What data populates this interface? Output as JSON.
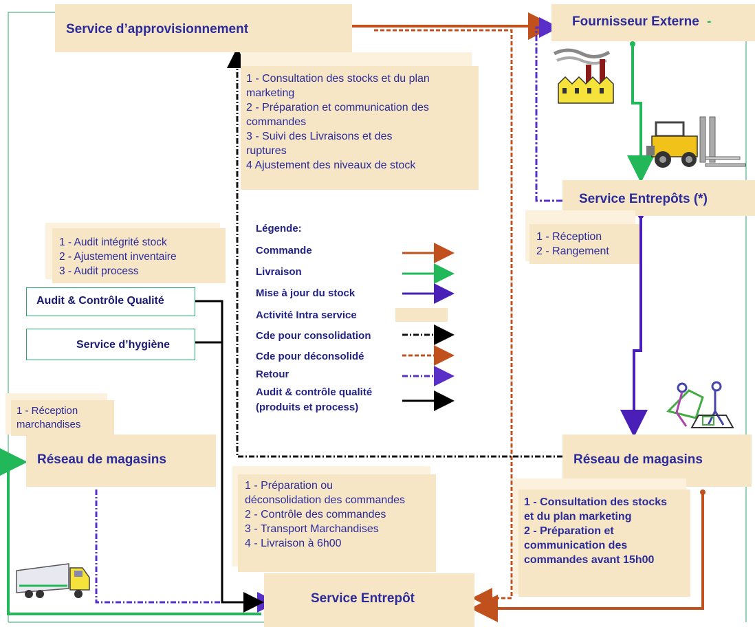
{
  "colors": {
    "commande": "#c0501c",
    "livraison": "#22b85a",
    "maj_stock": "#4a1fb8",
    "consolidation": "#111111",
    "deconsolide": "#c0501c",
    "retour": "#5a2fc8",
    "audit": "#000000",
    "box_fill": "#f7e6c6",
    "text": "#2b2b9a"
  },
  "nodes": {
    "approvisionnement": "Service d’approvisionnement",
    "fournisseur": "Fournisseur Externe",
    "entrepots": "Service Entrepôts (*)",
    "magasins_right": "Réseau de magasins",
    "magasins_left": "Réseau de magasins",
    "entrepot_bottom": "Service Entrepôt",
    "audit_qualite": "Audit & Contrôle Qualité",
    "hygiene": "Service d’hygiène"
  },
  "fournisseur_suffix": "-",
  "appro_tasks": [
    "1 - Consultation des stocks et du plan",
    "marketing",
    "2 - Préparation et communication des",
    "commandes",
    "3 - Suivi des Livraisons et des",
    "ruptures",
    "4 Ajustement des niveaux de stock"
  ],
  "audit_tasks": [
    "1 - Audit intégrité stock",
    "2 - Ajustement inventaire",
    "3 - Audit process"
  ],
  "entrepots_tasks": [
    "1 - Réception",
    "2 - Rangement"
  ],
  "magasins_left_tasks": [
    "1 - Réception",
    "marchandises"
  ],
  "entrepot_tasks": [
    "1 - Préparation ou",
    "déconsolidation des commandes",
    "2 - Contrôle des commandes",
    "3 - Transport Marchandises",
    "4 - Livraison à 6h00"
  ],
  "magasins_right_tasks": [
    "1 - Consultation des stocks",
    "et du plan marketing",
    "2 - Préparation et",
    "communication des",
    "commandes avant 15h00"
  ],
  "legend": {
    "title": "Légende:",
    "items": [
      {
        "label": "Commande",
        "style": "commande"
      },
      {
        "label": "Livraison",
        "style": "livraison"
      },
      {
        "label": "Mise à jour du stock",
        "style": "maj_stock"
      },
      {
        "label": "Activité Intra service",
        "style": "box"
      },
      {
        "label": "Cde pour consolidation",
        "style": "consolidation"
      },
      {
        "label": "Cde pour déconsolidé",
        "style": "deconsolide"
      },
      {
        "label": "Retour",
        "style": "retour"
      }
    ],
    "audit_label_1": "Audit & contrôle qualité",
    "audit_label_2": "(produits et process)"
  }
}
